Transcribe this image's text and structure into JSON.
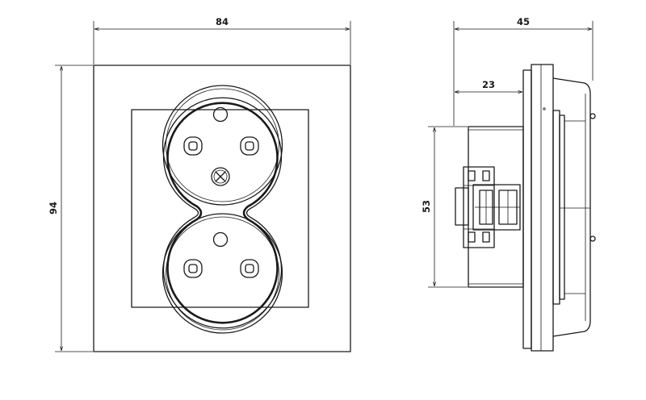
{
  "dimensions": {
    "front_width": "84",
    "front_height": "94",
    "side_depth": "45",
    "side_front_depth": "23",
    "side_body_height": "53"
  }
}
